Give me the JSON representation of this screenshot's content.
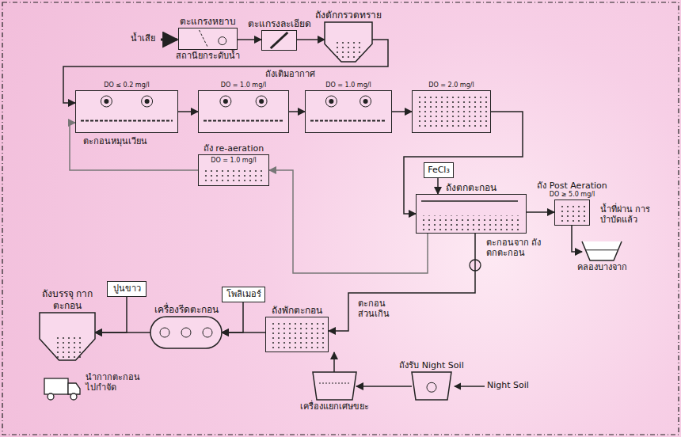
{
  "diagram": {
    "nodes": [
      {
        "text": [
          "ตะแกรงหยาบ",
          "สถานียกระดับน้ำ"
        ]
      },
      {
        "text": [
          "ตะแกรงละเอียด"
        ]
      },
      {
        "text": [
          "ถังดักกรวดทราย"
        ]
      },
      {
        "text": [
          "DO ≤ 0.2 mg/l"
        ]
      },
      {
        "text": [
          "DO = 1.0 mg/l"
        ]
      },
      {
        "text": [
          "DO = 1.0 mg/l"
        ]
      },
      {
        "text": [
          "DO = 2.0 mg/l"
        ]
      },
      {
        "text": [
          "ถัง re-aeration",
          "DO = 1.0 mg/l"
        ]
      },
      {
        "text": [
          "FeCl₃"
        ]
      },
      {
        "text": [
          "ถังตกตะกอน"
        ]
      },
      {
        "text": [
          "ถัง Post Aeration",
          "DO ≥ 5.0 mg/l"
        ]
      },
      {
        "text": [
          "คลองบางจาก"
        ]
      },
      {
        "text": [
          "ถังพักตะกอน"
        ]
      },
      {
        "text": [
          "เครื่องรีดตะกอน"
        ]
      },
      {
        "text": [
          "ถังบรรจุ กากตะกอน"
        ]
      },
      {
        "text": [
          "ปูนขาว"
        ]
      },
      {
        "text": [
          "โพลิเมอร์"
        ]
      },
      {
        "text": [
          "เครื่องแยกเศษขยะ"
        ]
      },
      {
        "text": [
          "ถังรับ Night Soil"
        ]
      }
    ],
    "edges": [
      {
        "from": 0,
        "to": 1,
        "arrow": "to"
      },
      {
        "from": 1,
        "to": 2,
        "arrow": "to"
      },
      {
        "from": 2,
        "to": 3,
        "arrow": "to"
      },
      {
        "from": 3,
        "to": 4,
        "arrow": "to"
      },
      {
        "from": 4,
        "to": 5,
        "arrow": "to"
      },
      {
        "from": 5,
        "to": 6,
        "arrow": "to"
      },
      {
        "from": 6,
        "to": 9,
        "arrow": "to"
      },
      {
        "from": 8,
        "to": 9,
        "arrow": "to"
      },
      {
        "from": 9,
        "to": 10,
        "arrow": "to"
      },
      {
        "from": 10,
        "to": 11,
        "arrow": "to"
      },
      {
        "from": 9,
        "to": 7,
        "arrow": "to"
      },
      {
        "from": 7,
        "to": 3,
        "arrow": "to"
      },
      {
        "from": 9,
        "to": 12,
        "arrow": "to"
      },
      {
        "from": 12,
        "to": 13,
        "arrow": "to"
      },
      {
        "from": 13,
        "to": 14,
        "arrow": "to"
      },
      {
        "from": 15,
        "to": 14,
        "arrow": "to"
      },
      {
        "from": 16,
        "to": 13,
        "arrow": "to"
      },
      {
        "from": 18,
        "to": 17,
        "arrow": "to"
      },
      {
        "from": 17,
        "to": 12,
        "arrow": "to"
      }
    ],
    "labels": [
      "น้ำเสีย",
      "ถังเติมอากาศ",
      "ตะกอนหมุนเวียน",
      "ตะกอน ส่วนเกิน",
      "ตะกอนจาก ถังตกตะกอน",
      "น้ำที่ผ่าน การบำบัดแล้ว",
      "นำกากตะกอน ไปกำจัด",
      "Night Soil"
    ]
  }
}
